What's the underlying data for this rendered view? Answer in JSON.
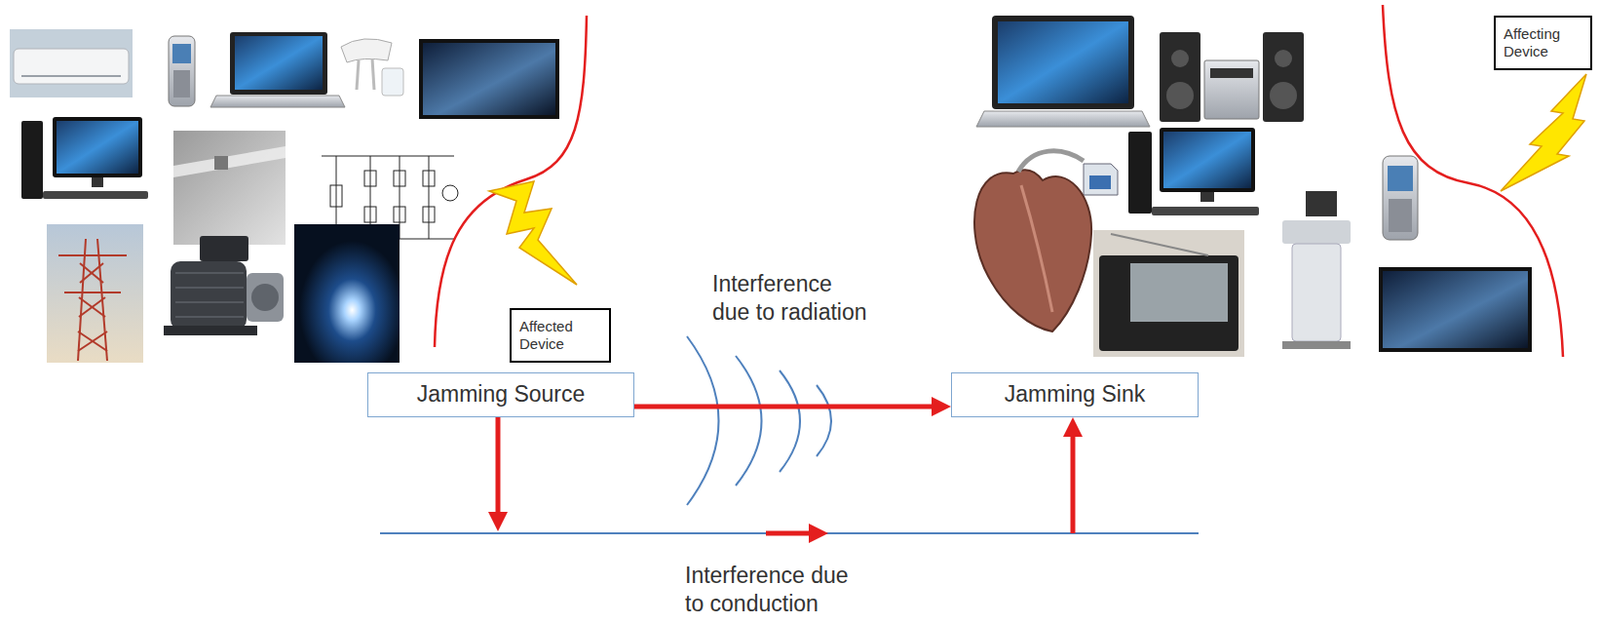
{
  "diagram": {
    "nodes": [
      {
        "text": [
          "Affecting Device"
        ]
      },
      {
        "text": [
          "Affected Device"
        ]
      },
      {
        "text": [
          "Jamming Source"
        ]
      },
      {
        "text": [
          "Jamming Sink"
        ]
      }
    ],
    "edges": [
      {
        "from": 2,
        "to": 3,
        "arrow": "to",
        "label": "Interference due to radiation"
      },
      {
        "from": 2,
        "to": 3,
        "arrow": "to",
        "label": "Interference due to conduction"
      }
    ]
  }
}
